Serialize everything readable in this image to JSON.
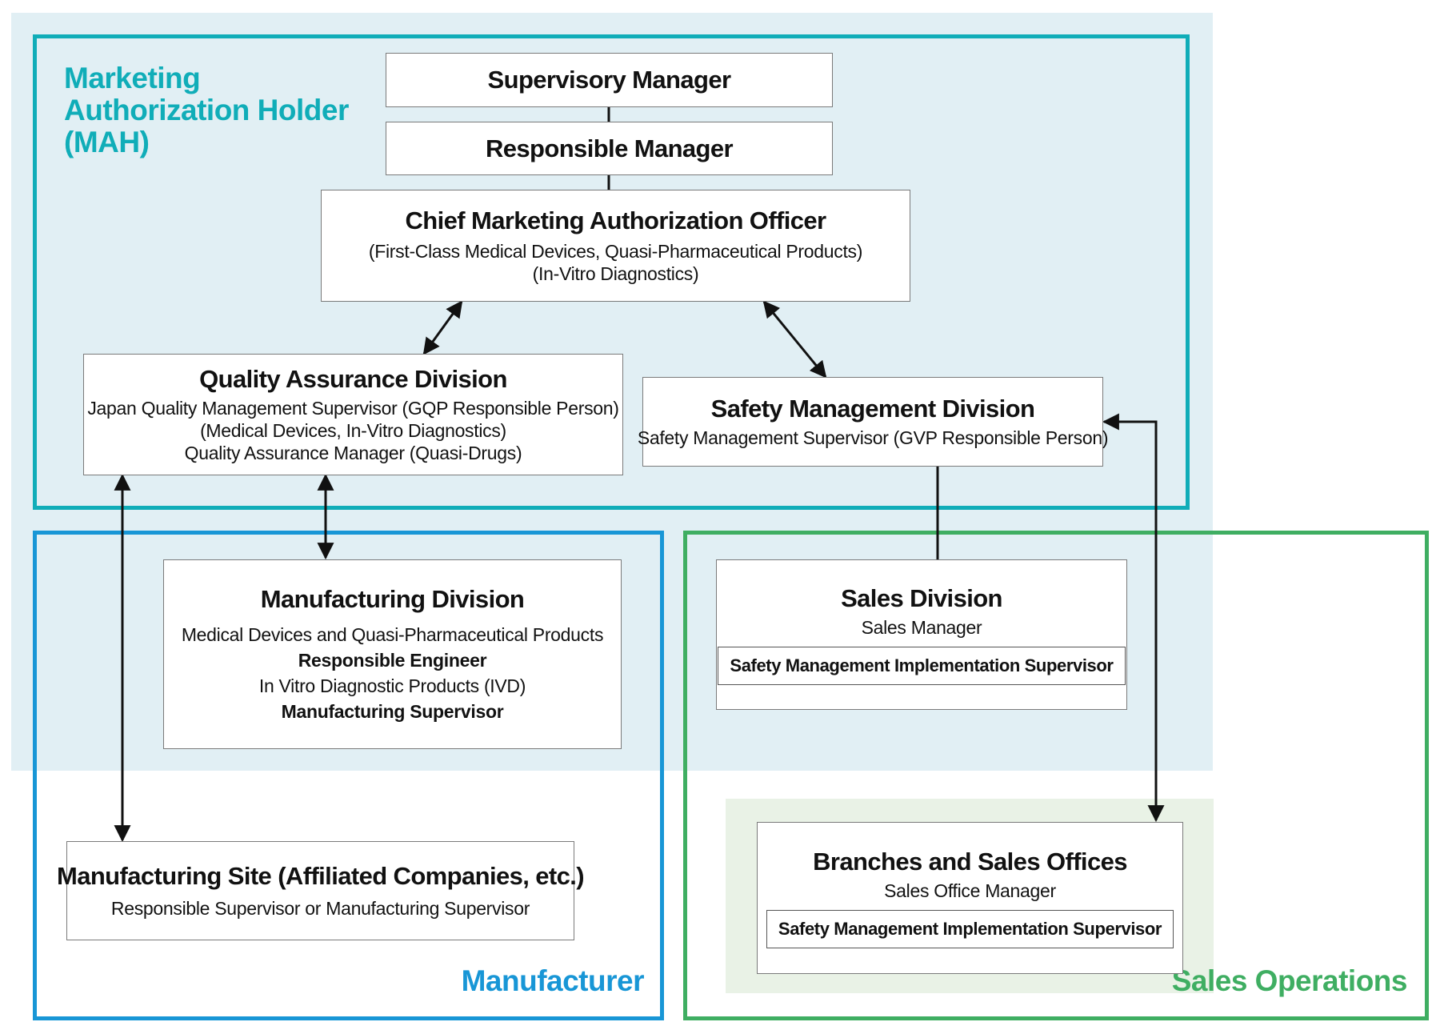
{
  "colors": {
    "mah": "#10adb8",
    "manufacturer": "#1896d6",
    "sales": "#3fae62",
    "mah_fill": "#e1eff4",
    "branch_fill": "#e9f2e6"
  },
  "zones": {
    "mah": {
      "title_lines": [
        "Marketing",
        "Authorization Holder",
        "(MAH)"
      ]
    },
    "manufacturer": {
      "title": "Manufacturer"
    },
    "sales": {
      "title": "Sales Operations"
    }
  },
  "boxes": {
    "supervisory": {
      "title": "Supervisory Manager"
    },
    "responsible": {
      "title": "Responsible Manager"
    },
    "cmao": {
      "title": "Chief Marketing Authorization Officer",
      "lines": [
        "(First-Class Medical Devices, Quasi-Pharmaceutical Products)",
        "(In-Vitro Diagnostics)"
      ]
    },
    "qa": {
      "title": "Quality Assurance Division",
      "lines": [
        "Japan Quality Management Supervisor (GQP Responsible Person)",
        "(Medical Devices, In-Vitro Diagnostics)",
        "Quality Assurance Manager (Quasi-Drugs)"
      ]
    },
    "safety": {
      "title": "Safety Management Division",
      "lines": [
        "Safety Management Supervisor (GVP Responsible Person)"
      ]
    },
    "manufacturing": {
      "title": "Manufacturing Division",
      "lines": [
        "Medical Devices and Quasi-Pharmaceutical Products",
        "Responsible Engineer",
        "In Vitro Diagnostic Products (IVD)",
        "Manufacturing Supervisor"
      ]
    },
    "sales_div": {
      "title": "Sales Division",
      "lines": [
        "Sales Manager"
      ],
      "inner": "Safety Management Implementation Supervisor"
    },
    "site": {
      "title": "Manufacturing Site (Affiliated Companies, etc.)",
      "lines": [
        "Responsible Supervisor or Manufacturing Supervisor"
      ]
    },
    "branches": {
      "title": "Branches and Sales Offices",
      "lines": [
        "Sales Office Manager"
      ],
      "inner": "Safety Management Implementation Supervisor"
    }
  }
}
